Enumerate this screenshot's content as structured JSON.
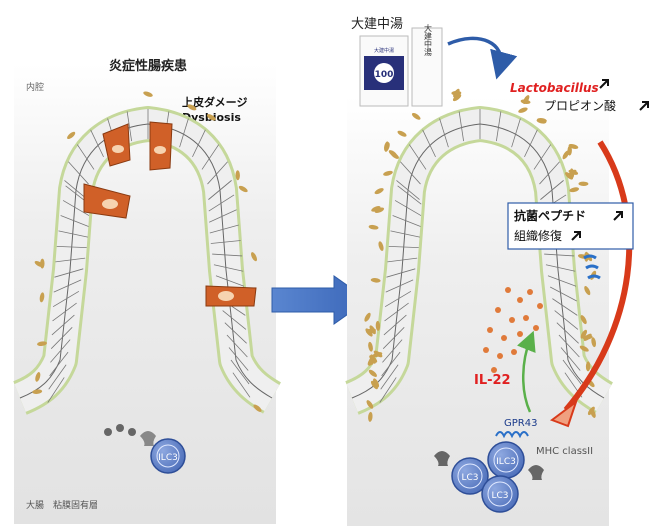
{
  "left_panel": {
    "title": "炎症性腸疾患",
    "lumen_label": "内腔",
    "damage_label": "上皮ダメージ",
    "dysbiosis_label": "Dysbiosis",
    "bottom_label": "大腸　粘膜固有層",
    "ilc3_label": "ILC3"
  },
  "right_panel": {
    "drug_label": "大建中湯",
    "packet_number": "100",
    "packet_brand": "大建中湯",
    "packet_vertical_text": "大建中湯",
    "lactobacillus_label": "Lactobacillus",
    "propionate_label": "プロピオン酸",
    "box_line1": "抗菌ペプチド",
    "box_line2": "組織修復",
    "il22_label": "IL-22",
    "gpr43_label": "GPR43",
    "mhc_label": "MHC classII",
    "ilc3_cells": [
      "LC3",
      "ILC3",
      "LC3"
    ]
  },
  "colors": {
    "lamina_bg": "#e9e9e9",
    "cell_fill": "#efefef",
    "cell_stroke": "#555555",
    "mucus_green": "#c5d89a",
    "bacteria": "#c8a050",
    "damaged_cell": "#d06028",
    "transition_arrow": "#4472c4",
    "drug_arrow": "#2e5ca8",
    "propionate_arrow": "#d83a1a",
    "il22_dots": "#e07a3a",
    "il22_text": "#e02020",
    "il22_arrow": "#5ab04a",
    "ilc3_fill": "#5a7ec8",
    "receptor_blue": "#2a70c8",
    "lactobacillus_text": "#e02020"
  }
}
